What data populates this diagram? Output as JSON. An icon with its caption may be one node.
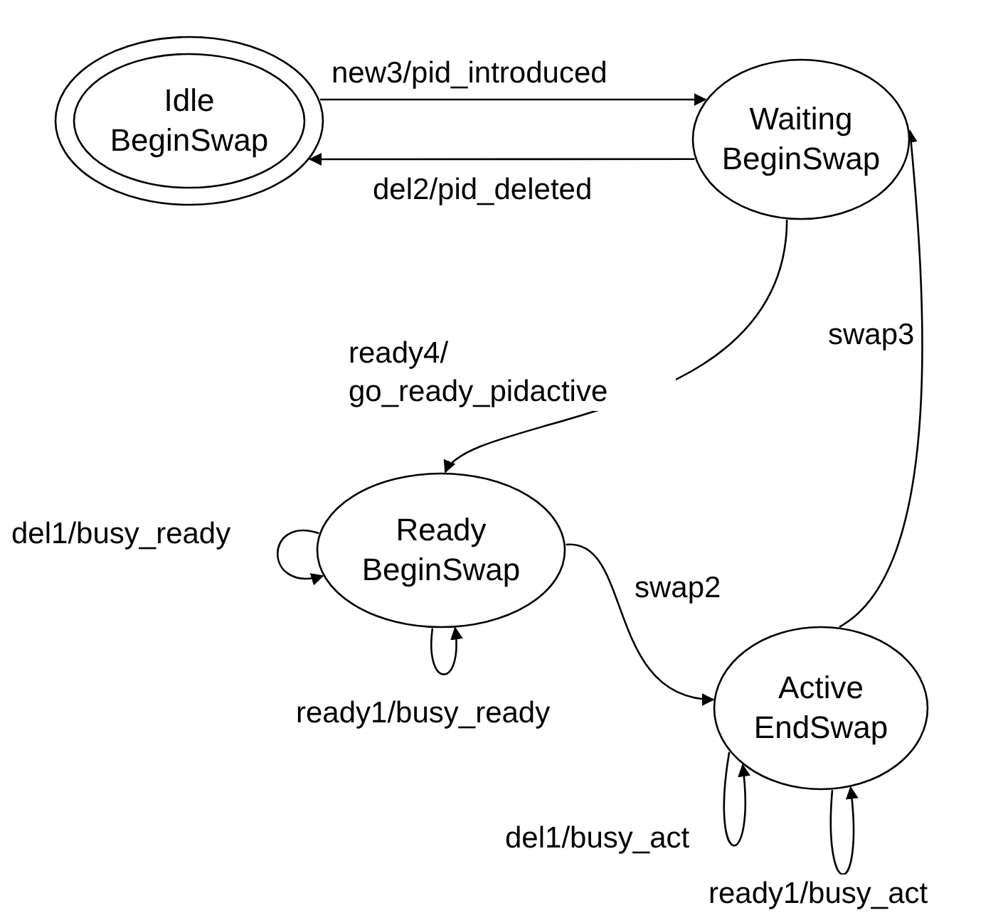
{
  "diagram": {
    "nodes": [
      {
        "text": [
          "Idle",
          "BeginSwap"
        ]
      },
      {
        "text": [
          "Waiting",
          "BeginSwap"
        ]
      },
      {
        "text": [
          "Ready",
          "BeginSwap"
        ]
      },
      {
        "text": [
          "Active",
          "EndSwap"
        ]
      }
    ],
    "edges": [
      {
        "from": 0,
        "to": 1,
        "arrow": "to",
        "label": "new3/pid_introduced"
      },
      {
        "from": 1,
        "to": 0,
        "arrow": "to",
        "label": "del2/pid_deleted"
      },
      {
        "from": 1,
        "to": 2,
        "arrow": "to",
        "label": "ready4/ go_ready_pidactive"
      },
      {
        "from": 2,
        "to": 2,
        "arrow": "to",
        "label": "del1/busy_ready"
      },
      {
        "from": 2,
        "to": 2,
        "arrow": "to",
        "label": "ready1/busy_ready"
      },
      {
        "from": 2,
        "to": 3,
        "arrow": "to",
        "label": "swap2"
      },
      {
        "from": 3,
        "to": 1,
        "arrow": "to",
        "label": "swap3"
      },
      {
        "from": 3,
        "to": 3,
        "arrow": "to",
        "label": "del1/busy_act"
      },
      {
        "from": 3,
        "to": 3,
        "arrow": "to",
        "label": "ready1/busy_act"
      }
    ]
  }
}
